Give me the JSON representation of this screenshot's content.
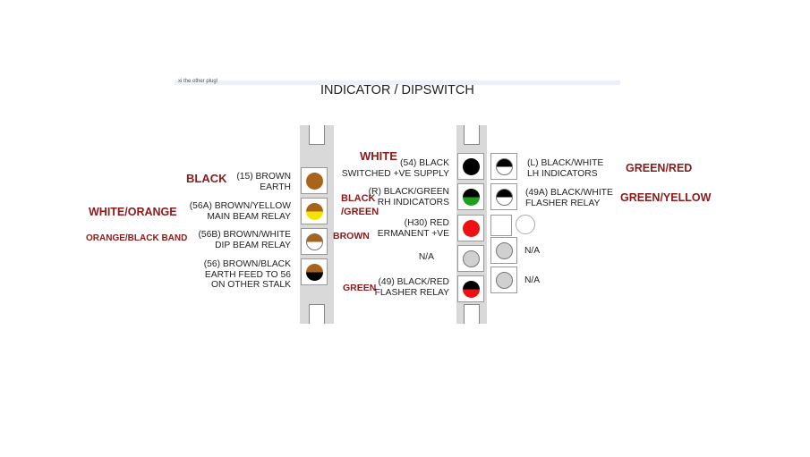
{
  "header": {
    "cut_text": "xi the other plug!",
    "title": "INDICATOR / DIPSWITCH"
  },
  "colors": {
    "brown": "#a8641a",
    "yellow": "#f2e600",
    "white": "#ffffff",
    "black": "#000000",
    "green": "#1ea01e",
    "red": "#ee1111",
    "grey": "#d0d0d0",
    "annotation": "#8b1a1a"
  },
  "left_plug": {
    "pins": [
      {
        "label_lines": [
          "(15) BROWN",
          "EARTH"
        ],
        "top": "brown",
        "bottom": "brown",
        "color_label": "BLACK"
      },
      {
        "label_lines": [
          "(56A) BROWN/YELLOW",
          "MAIN BEAM RELAY"
        ],
        "top": "brown",
        "bottom": "yellow",
        "color_label": "WHITE/ORANGE"
      },
      {
        "label_lines": [
          "(56B) BROWN/WHITE",
          "DIP BEAM RELAY"
        ],
        "top": "brown",
        "bottom": "white",
        "color_label": "ORANGE/BLACK BAND"
      },
      {
        "label_lines": [
          "(56) BROWN/BLACK",
          "EARTH FEED TO 56",
          "ON OTHER STALK"
        ],
        "top": "brown",
        "bottom": "black",
        "color_label": ""
      }
    ],
    "side_labels": [
      "BLACK",
      "/GREEN",
      "BROWN",
      "GREEN"
    ]
  },
  "right_plug": {
    "inner_pins": [
      {
        "label_lines": [
          "(54) BLACK",
          "SWITCHED +VE SUPPLY"
        ],
        "top": "black",
        "bottom": "black",
        "color_label": "WHITE"
      },
      {
        "label_lines": [
          "(R) BLACK/GREEN",
          "RH INDICATORS"
        ],
        "top": "black",
        "bottom": "green"
      },
      {
        "label_lines": [
          "(H30) RED",
          "ERMANENT +VE"
        ],
        "top": "red",
        "bottom": "red"
      },
      {
        "label_lines": [
          "N/A"
        ],
        "top": "grey",
        "bottom": "grey"
      },
      {
        "label_lines": [
          "(49) BLACK/RED",
          "FLASHER RELAY"
        ],
        "top": "black",
        "bottom": "red"
      }
    ],
    "outer_pins": [
      {
        "label_lines": [
          "(L) BLACK/WHITE",
          "LH INDICATORS"
        ],
        "top": "black",
        "bottom": "white",
        "color_label": "GREEN/RED"
      },
      {
        "label_lines": [
          "(49A) BLACK/WHITE",
          "FLASHER RELAY"
        ],
        "top": "black",
        "bottom": "white",
        "color_label": "GREEN/YELLOW"
      },
      {
        "label_lines": [],
        "top": "none",
        "bottom": "none"
      },
      {
        "label_lines": [
          "N/A"
        ],
        "top": "grey",
        "bottom": "grey"
      },
      {
        "label_lines": [
          "N/A"
        ],
        "top": "grey",
        "bottom": "grey"
      }
    ]
  }
}
